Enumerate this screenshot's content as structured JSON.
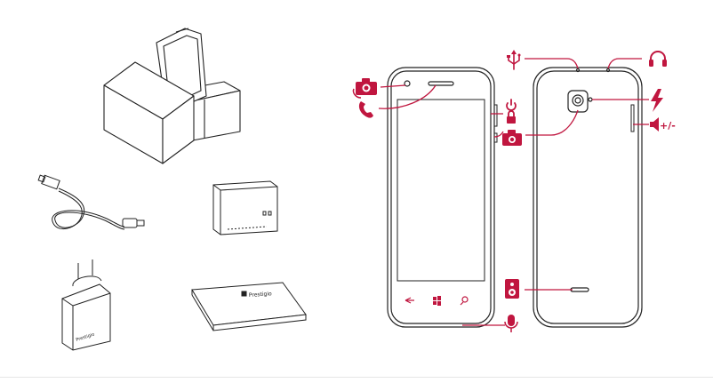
{
  "figure": {
    "accent_color": "#c0163f",
    "line_color": "#222222",
    "package_contents": [
      {
        "item": "phone-in-box",
        "icon": "box-icon"
      },
      {
        "item": "usb-cable",
        "icon": "usb-cable-icon"
      },
      {
        "item": "battery",
        "icon": "battery-icon"
      },
      {
        "item": "charger",
        "icon": "charger-icon",
        "label": "Prestigio"
      },
      {
        "item": "manual",
        "icon": "manual-icon",
        "label": "Prestigio"
      }
    ],
    "phone_front_callouts": [
      {
        "name": "front-camera",
        "icon": "front-camera-icon"
      },
      {
        "name": "earpiece",
        "icon": "phone-receiver-icon"
      },
      {
        "name": "power-lock-button",
        "icon": "power-icon"
      },
      {
        "name": "camera-button",
        "icon": "camera-icon"
      },
      {
        "name": "microphone",
        "icon": "microphone-icon"
      }
    ],
    "phone_back_callouts": [
      {
        "name": "usb-port",
        "icon": "usb-icon"
      },
      {
        "name": "headphone-jack",
        "icon": "headphone-icon"
      },
      {
        "name": "flash",
        "icon": "flash-icon"
      },
      {
        "name": "rear-camera",
        "icon": "camera-icon"
      },
      {
        "name": "volume",
        "icon": "volume-icon",
        "label": "+/-"
      },
      {
        "name": "loudspeaker",
        "icon": "speaker-icon"
      }
    ]
  }
}
